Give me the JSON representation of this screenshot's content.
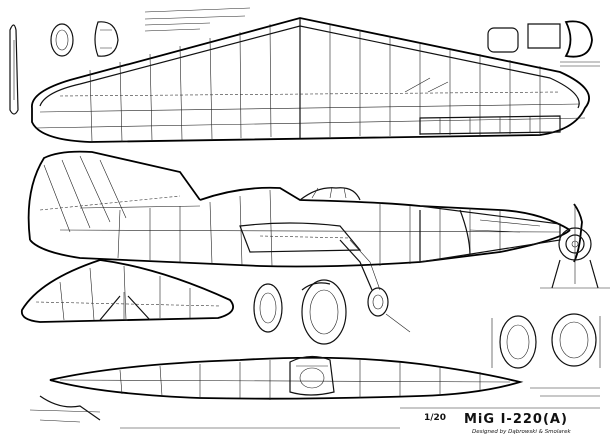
{
  "title_block": {
    "scale": "1/20",
    "aircraft_name": "MiG I-220(A)",
    "designer_credit": "Designed by Dąbrowski & Smolarek"
  }
}
